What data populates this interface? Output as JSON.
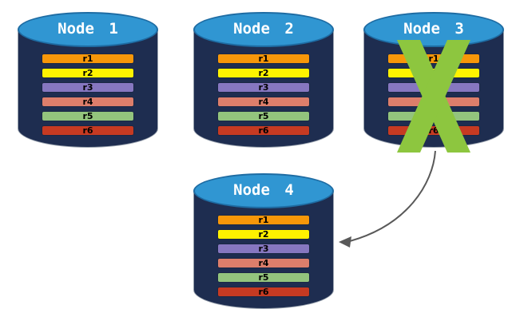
{
  "palette": {
    "background": "#FFFFFF",
    "cylinder_body": "#1E2D50",
    "cylinder_top": "#3096D2",
    "failure_x": "#8DC63F",
    "arrow": "#595959"
  },
  "nodes": [
    {
      "id": "node-1",
      "label": "Node 1",
      "crossed_out": false,
      "rows": [
        {
          "label": "r1",
          "color": "#F79709"
        },
        {
          "label": "r2",
          "color": "#FFF200"
        },
        {
          "label": "r3",
          "color": "#8677C0"
        },
        {
          "label": "r4",
          "color": "#DD7E6B"
        },
        {
          "label": "r5",
          "color": "#93C47D"
        },
        {
          "label": "r6",
          "color": "#C63A22"
        }
      ]
    },
    {
      "id": "node-2",
      "label": "Node 2",
      "crossed_out": false,
      "rows": [
        {
          "label": "r1",
          "color": "#F79709"
        },
        {
          "label": "r2",
          "color": "#FFF200"
        },
        {
          "label": "r3",
          "color": "#8677C0"
        },
        {
          "label": "r4",
          "color": "#DD7E6B"
        },
        {
          "label": "r5",
          "color": "#93C47D"
        },
        {
          "label": "r6",
          "color": "#C63A22"
        }
      ]
    },
    {
      "id": "node-3",
      "label": "Node 3",
      "crossed_out": true,
      "rows": [
        {
          "label": "r1",
          "color": "#F79709"
        },
        {
          "label": "r2",
          "color": "#FFF200"
        },
        {
          "label": "r3",
          "color": "#8677C0"
        },
        {
          "label": "r4",
          "color": "#DD7E6B"
        },
        {
          "label": "r5",
          "color": "#93C47D"
        },
        {
          "label": "r6",
          "color": "#C63A22"
        }
      ]
    },
    {
      "id": "node-4",
      "label": "Node 4",
      "crossed_out": false,
      "rows": [
        {
          "label": "r1",
          "color": "#F79709"
        },
        {
          "label": "r2",
          "color": "#FFF200"
        },
        {
          "label": "r3",
          "color": "#8677C0"
        },
        {
          "label": "r4",
          "color": "#DD7E6B"
        },
        {
          "label": "r5",
          "color": "#93C47D"
        },
        {
          "label": "r6",
          "color": "#C63A22"
        }
      ]
    }
  ],
  "arrow": {
    "from": "Node 3",
    "to": "Node 4"
  }
}
